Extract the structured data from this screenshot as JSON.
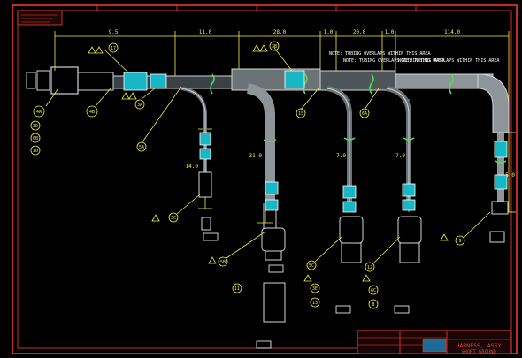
{
  "dims": {
    "d1": "9.5",
    "d2": "11.0",
    "d3": "28.0",
    "d4": "1.0",
    "d5": "20.0",
    "d6": "1.0",
    "d7": "114.0",
    "v1": "14.0",
    "v2": "31.0",
    "v3": "7.0",
    "v4": "7.0",
    "v5": "5.0"
  },
  "notes": {
    "note1": "NOTE: TUBING OVERLAPS WITHIN THIS AREA",
    "note2": "NOTE: TUBING OVERLAPS WITHIN THIS AREA",
    "note3": "NOTE: TUBING OVERLAPS WITHIN THIS AREA"
  },
  "labels": {
    "l1": "4A",
    "l2": "4B",
    "l3": "17",
    "l4": "3A",
    "l5": "5A",
    "l6": "3B",
    "l7": "15",
    "l8": "6A",
    "l9": "3C",
    "l10": "5B",
    "l11": "5C",
    "l12": "12",
    "l13": "9",
    "l14": "3D",
    "l15": "6B",
    "l16": "10",
    "l17": "11",
    "l18": "3E",
    "l19": "13",
    "l20": "6C",
    "l21": "8"
  },
  "title_block": {
    "line1": "HARNESS, ASSY",
    "line2": "SHORT GROUND"
  },
  "colors": {
    "background": "#000000",
    "harness": "#cfd6d8",
    "label_box": "#19b7c6",
    "annotation": "#f3f045",
    "border": "#ff3b2f"
  }
}
